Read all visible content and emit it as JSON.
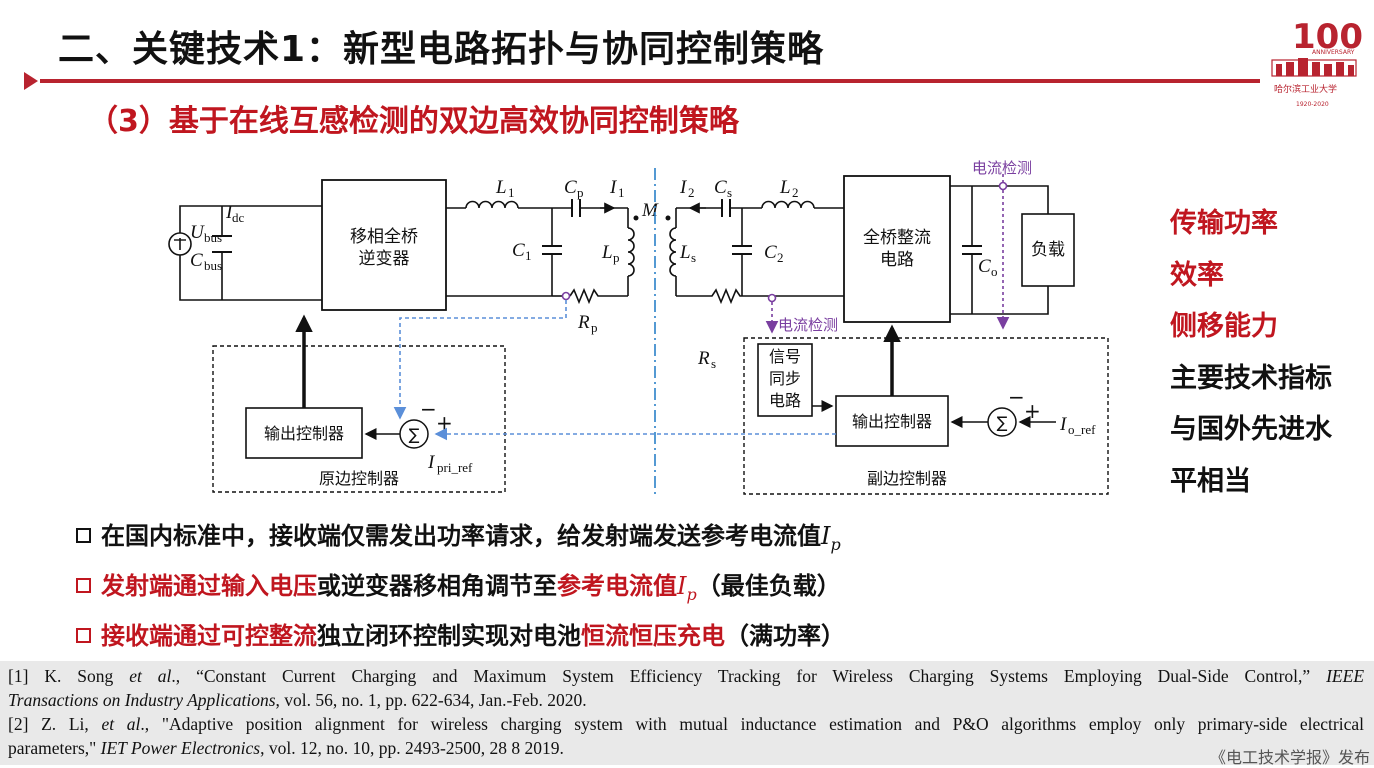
{
  "title": "二、关键技术1：新型电路拓扑与协同控制策略",
  "subtitle": "（3）基于在线互感检测的双边高效协同控制策略",
  "logo": {
    "text": "100",
    "anniversary": "ANNIVERSARY",
    "university": "哈尔滨工业大学",
    "years": "1920-2020"
  },
  "diagram": {
    "inverter": [
      "移相全桥",
      "逆变器"
    ],
    "rectifier": [
      "全桥整流",
      "电路"
    ],
    "load": "负载",
    "primary_controller_block": "输出控制器",
    "secondary_controller_block": "输出控制器",
    "sync_block": [
      "信号",
      "同步",
      "电路"
    ],
    "primary_controller": "原边控制器",
    "secondary_controller": "副边控制器",
    "current_detect_top": "电流检测",
    "current_detect_mid": "电流检测",
    "sum_symbol": "∑",
    "minus": "−",
    "plus": "+",
    "sym": {
      "U": "U",
      "bus": "bus",
      "I": "I",
      "dc": "dc",
      "C": "C",
      "L": "L",
      "M": "M",
      "R": "R",
      "one": "1",
      "two": "2",
      "p": "p",
      "s": "s",
      "o": "o",
      "pri_ref": "pri_ref",
      "o_ref": "o_ref"
    }
  },
  "right_list": [
    {
      "text": "传输功率",
      "color": "red"
    },
    {
      "text": "效率",
      "color": "red"
    },
    {
      "text": "侧移能力",
      "color": "red"
    },
    {
      "text": "主要技术指标",
      "color": "black"
    },
    {
      "text": "与国外先进水",
      "color": "black"
    },
    {
      "text": "平相当",
      "color": "black"
    }
  ],
  "bullets": [
    {
      "text": "在国内标准中，接收端仅需发出功率请求，给发射端发送参考电流值",
      "italic": "I",
      "sub": "p"
    },
    {
      "red1": "发射端通过输入电压",
      "black1": "或逆变器移相角调节至",
      "red2": "参考电流值",
      "italic": "I",
      "sub": "p",
      "black2": "（最佳负载）"
    },
    {
      "red1": "接收端通过可控整流",
      "black1": "独立闭环控制实现对电池",
      "red2": "恒流恒压充电",
      "black2": "（满功率）"
    }
  ],
  "refs": [
    {
      "a": "[1] K. Song ",
      "b": "et al",
      "c": "., “Constant Current Charging and Maximum System Efficiency Tracking for Wireless Charging Systems Employing Dual-Side Control,” ",
      "d": "IEEE",
      "e": "Transactions on Industry Applications",
      "f": ", vol. 56, no. 1, pp. 622-634, Jan.-Feb. 2020."
    },
    {
      "a": "[2] Z. Li, ",
      "b": "et al",
      "c": "., \"Adaptive position alignment for wireless charging system with mutual inductance estimation and P&O algorithms employ only primary-side electrical",
      "d": "parameters,\" ",
      "e": "IET Power Electronics",
      "f": ", vol. 12, no. 10, pp. 2493-2500, 28 8 2019."
    }
  ],
  "source": "《电工技术学报》发布",
  "colors": {
    "accent": "#c0161f",
    "detect": "#7a3fa0",
    "feedback": "#5b8fd9"
  }
}
